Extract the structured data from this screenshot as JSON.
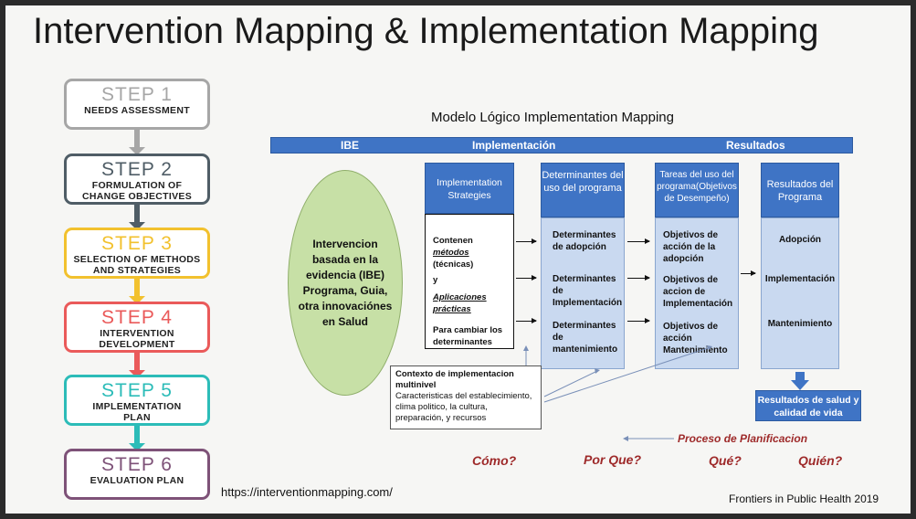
{
  "title": "Intervention Mapping & Implementation Mapping",
  "steps": [
    {
      "num": "STEP 1",
      "line1": "NEEDS ASSESSMENT",
      "line2": "",
      "color": "#a6a6a6"
    },
    {
      "num": "STEP 2",
      "line1": "FORMULATION OF",
      "line2": "CHANGE OBJECTIVES",
      "color": "#4f5d66"
    },
    {
      "num": "STEP 3",
      "line1": "SELECTION OF METHODS",
      "line2": "AND STRATEGIES",
      "color": "#f2c12e"
    },
    {
      "num": "STEP 4",
      "line1": "INTERVENTION",
      "line2": "DEVELOPMENT",
      "color": "#ea5a5a"
    },
    {
      "num": "STEP 5",
      "line1": "IMPLEMENTATION",
      "line2": "PLAN",
      "color": "#2cbcb8"
    },
    {
      "num": "STEP 6",
      "line1": "EVALUATION PLAN",
      "line2": "",
      "color": "#7e5278"
    }
  ],
  "model_title": "Modelo Lógico Implementation Mapping",
  "header": {
    "ibe": "IBE",
    "implementacion": "Implementación",
    "resultados": "Resultados"
  },
  "ibe_text": "Intervencion basada en la evidencia (IBE) Programa, Guia, otra innovaciónes en Salud",
  "columns": {
    "strategies_title": "Implementation Strategies",
    "strategies_items": {
      "a": "Contenen",
      "a_emph": "métodos",
      "a_rest": "(técnicas)",
      "y": "y",
      "b": "Aplicaciones prácticas",
      "c": "Para cambiar los determinantes"
    },
    "determinantes_title": "Determinantes del uso del programa",
    "determinantes_items": [
      "Determinantes de adopción",
      "Determinantes de Implementación",
      "Determinantes de mantenimiento"
    ],
    "tareas_title": "Tareas del uso del programa(Objetivos de Desempeño)",
    "tareas_items": [
      "Objetivos de acción de la adopción",
      "Objetivos de accion de Implementación",
      "Objetivos de acción Mantenimiento"
    ],
    "resultados_title": "Resultados del Programa",
    "resultados_items": [
      "Adopción",
      "Implementación",
      "Mantenimiento"
    ]
  },
  "salud": "Resultados de salud y calidad de vida",
  "contexto": {
    "title": "Contexto de implementacion multinivel",
    "body": "Caracteristicas del establecimiento, clima politico, la cultura, preparación, y recursos"
  },
  "proceso": "Proceso de Planificacion",
  "questions": [
    "Cómo?",
    "Por Que?",
    "Qué?",
    "Quién?"
  ],
  "url": "https://interventionmapping.com/",
  "source": "Frontiers in Public Health 2019"
}
